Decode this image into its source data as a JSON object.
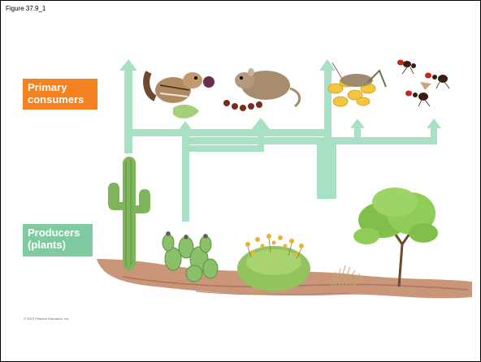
{
  "figure": {
    "title": "Figure 37.9_1"
  },
  "labels": {
    "primary_consumers": [
      "Primary",
      "consumers"
    ],
    "producers": [
      "Producers",
      "(plants)"
    ]
  },
  "copyright": "© 2013 Pearson Education, Inc.",
  "colors": {
    "primary_box": "#f58220",
    "producer_box": "#7fcaa0",
    "arrow": "#a8e0c4",
    "ground": "#c9967a",
    "cactus": "#7fb55a"
  },
  "organisms": {
    "consumers": [
      "chipmunk-icon",
      "kangaroo-rat-icon",
      "grasshopper-icon",
      "ant-icon"
    ],
    "producers": [
      "saguaro-cactus-icon",
      "prickly-pear-cactus-icon",
      "flowering-shrub-icon",
      "dry-grass-icon",
      "mesquite-tree-icon"
    ]
  }
}
